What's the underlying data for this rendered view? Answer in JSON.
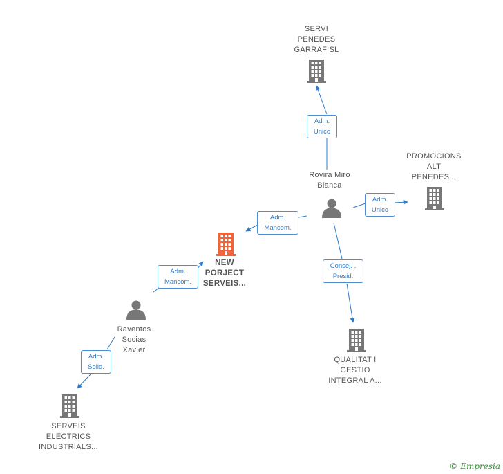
{
  "colors": {
    "edge": "#2e7bc9",
    "building": "#777777",
    "building_main": "#f0643c",
    "person": "#777777",
    "brand": "#3a8f3a"
  },
  "nodes": {
    "servi": {
      "lines": [
        "SERVI",
        "PENEDES",
        "GARRAF  SL"
      ],
      "icon": "building-icon"
    },
    "promocions": {
      "lines": [
        "PROMOCIONS",
        "ALT",
        "PENEDES..."
      ],
      "icon": "building-icon"
    },
    "rovira": {
      "lines": [
        "Rovira Miro",
        "Blanca"
      ],
      "icon": "person-icon"
    },
    "new_project": {
      "lines": [
        "NEW",
        "PORJECT",
        "SERVEIS..."
      ],
      "icon": "building-icon"
    },
    "raventos": {
      "lines": [
        "Raventos",
        "Socias",
        "Xavier"
      ],
      "icon": "person-icon"
    },
    "qualitat": {
      "lines": [
        "QUALITAT I",
        "GESTIO",
        "INTEGRAL A..."
      ],
      "icon": "building-icon"
    },
    "serveis": {
      "lines": [
        "SERVEIS",
        "ELECTRICS",
        "INDUSTRIALS..."
      ],
      "icon": "building-icon"
    }
  },
  "edges": {
    "rovira_servi": {
      "lines": [
        "Adm.",
        "Unico"
      ]
    },
    "rovira_promocions": {
      "lines": [
        "Adm.",
        "Unico"
      ]
    },
    "rovira_new_project": {
      "lines": [
        "Adm.",
        "Mancom."
      ]
    },
    "raventos_new_project": {
      "lines": [
        "Adm.",
        "Mancom."
      ]
    },
    "rovira_qualitat": {
      "lines": [
        "Consej. ,",
        "Presid."
      ]
    },
    "raventos_serveis": {
      "lines": [
        "Adm.",
        "Solid."
      ]
    }
  },
  "brand": {
    "copyright": "©",
    "name": "Empresia"
  }
}
